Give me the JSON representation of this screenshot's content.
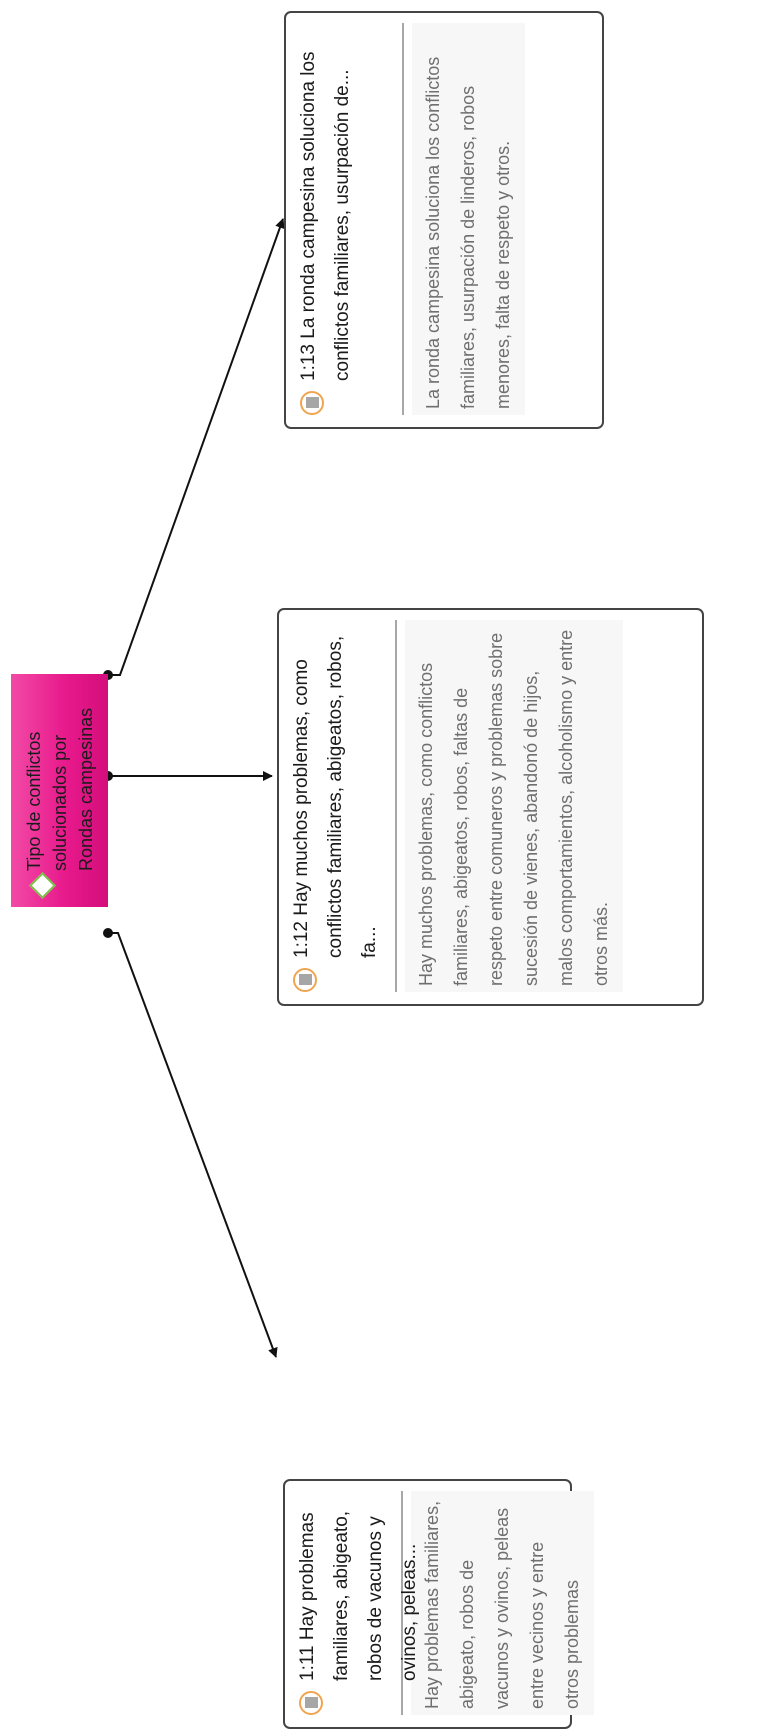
{
  "code": {
    "label": "Tipo de conflictos solucionados por Rondas campesinas",
    "icon": "diamond-code-icon",
    "fill": "#e81a8c"
  },
  "quotes": [
    {
      "id": "1:11",
      "title": "1:11 Hay problemas familiares, abigeato, robos de vacunos y ovinos, peleas...",
      "text": "Hay problemas familiares, abigeato, robos de vacunos y ovinos, peleas entre vecinos y entre otros problemas",
      "icon": "document-quote-icon"
    },
    {
      "id": "1:12",
      "title": "1:12 Hay muchos problemas, como conflictos familiares, abigeatos, robos, fa...",
      "text": "Hay muchos problemas, como conflictos familiares, abigeatos, robos, faltas de respeto entre comuneros y problemas sobre sucesión de vienes, abandonó de hijos, malos comportamientos, alcoholismo y entre otros más.",
      "icon": "document-quote-icon"
    },
    {
      "id": "1:13",
      "title": "1:13 La ronda campesina soluciona los conflictos familiares, usurpación de...",
      "text": "La ronda campesina soluciona los conflictos familiares, usurpación de linderos, robos menores, falta de respeto y otros.",
      "icon": "document-quote-icon"
    }
  ]
}
